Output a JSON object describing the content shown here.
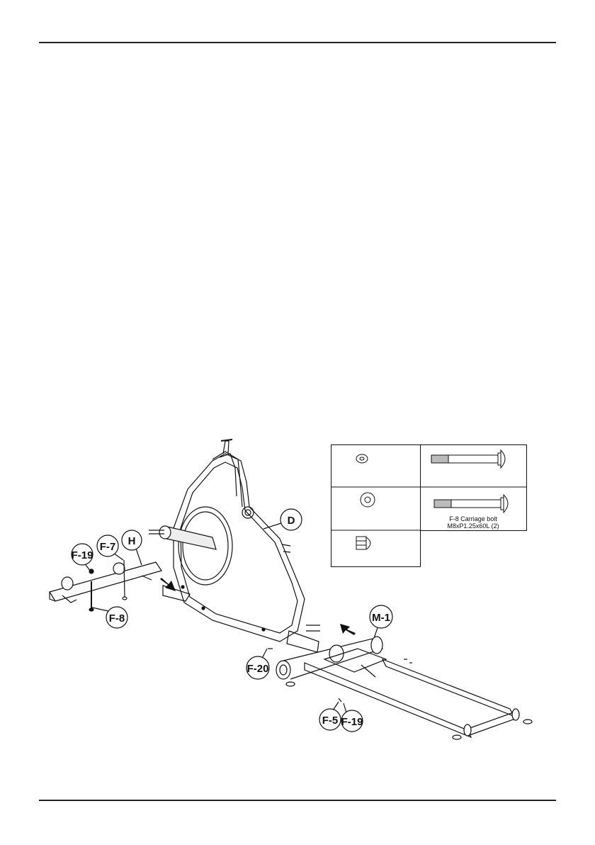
{
  "labels": {
    "d": "D",
    "h": "H",
    "f7": "F-7",
    "f19_left": "F-19",
    "f8": "F-8",
    "f20": "F-20",
    "m1": "M-1",
    "f5": "F-5",
    "f19_right": "F-19"
  },
  "hardware_table": {
    "bolt_caption_line1": "F-8 Carriage bolt",
    "bolt_caption_line2": "M8xP1.25x60L (2)"
  }
}
